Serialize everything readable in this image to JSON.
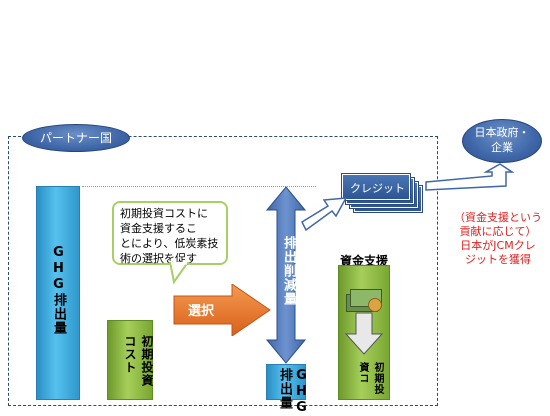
{
  "partner_country": "パートナー国",
  "japan_gov": "日本政府・\n企業",
  "credit": "クレジット",
  "callout": "初期投資コストに\n資金支援するこ\nとにより、低炭素技\n術の選択を促す",
  "selection": "選択",
  "emission_reduction": "排出削減量",
  "fund_support": "資金支援",
  "jcm_note": "（資金支援という\n貢献に応じて）\n日本がJCMクレ\nジットを獲得",
  "ghg_emissions": "GHG排出量",
  "initial_cost": "初期投資コスト",
  "ghg_emissions_after": "GHG排出量",
  "initial_cost_small": "初期投資コ",
  "colors": {
    "blue_bar": "#4fb8e8",
    "green_bar": "#9bc653",
    "orange_arrow": "#e8742a",
    "navy": "#2d4f8c",
    "red_text": "#e02020"
  }
}
